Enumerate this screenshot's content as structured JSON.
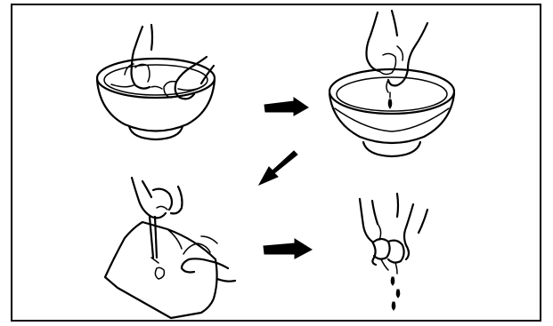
{
  "figure": {
    "panels": [
      {
        "id": "step-1",
        "icon": "hands-in-bowl-icon"
      },
      {
        "id": "step-2",
        "icon": "hands-over-bowl-dripping-icon"
      },
      {
        "id": "step-3",
        "icon": "hand-pressing-cloth-icon"
      },
      {
        "id": "step-4",
        "icon": "hands-dripping-icon"
      }
    ],
    "arrows": [
      {
        "from": "step-1",
        "to": "step-2",
        "direction": "right"
      },
      {
        "from": "step-2",
        "to": "step-3",
        "direction": "down-left"
      },
      {
        "from": "step-3",
        "to": "step-4",
        "direction": "right"
      }
    ],
    "colors": {
      "ink": "#000000",
      "background": "#ffffff"
    }
  }
}
